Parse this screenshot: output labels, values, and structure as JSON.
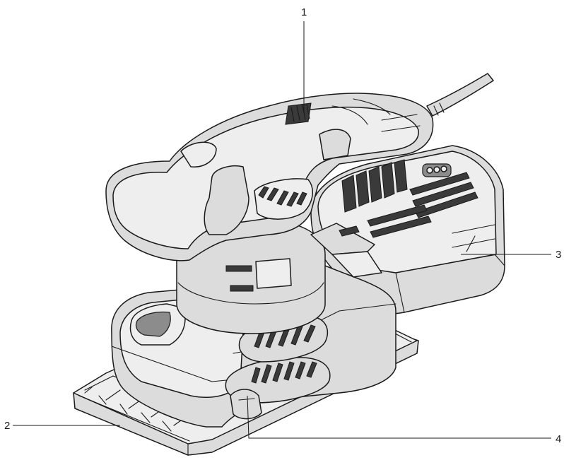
{
  "callouts": [
    {
      "id": "1",
      "label": "1"
    },
    {
      "id": "2",
      "label": "2"
    },
    {
      "id": "3",
      "label": "3"
    },
    {
      "id": "4",
      "label": "4"
    }
  ],
  "colors": {
    "line": "#1a1a1a",
    "fill_mid": "#dcdcdc",
    "fill_light": "#eeeeee",
    "fill_dark": "#8c8c8c"
  }
}
